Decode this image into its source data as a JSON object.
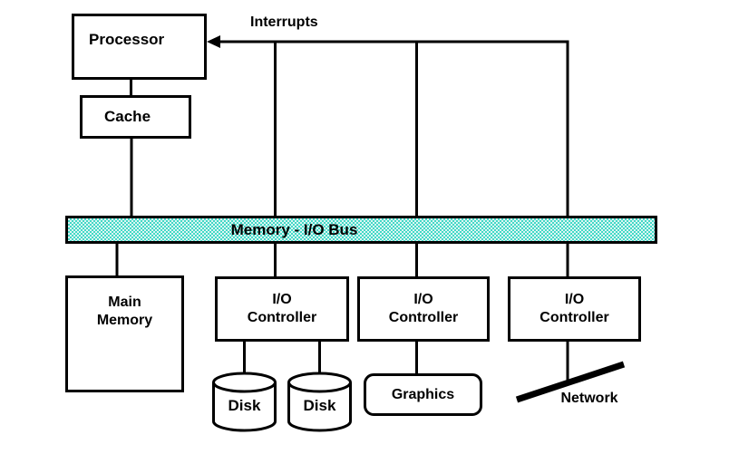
{
  "labels": {
    "processor": "Processor",
    "cache": "Cache",
    "interrupts": "Interrupts",
    "bus": "Memory - I/O Bus",
    "main_memory_line1": "Main",
    "main_memory_line2": "Memory",
    "io_controllers": [
      {
        "line1": "I/O",
        "line2": "Controller"
      },
      {
        "line1": "I/O",
        "line2": "Controller"
      },
      {
        "line1": "I/O",
        "line2": "Controller"
      }
    ],
    "disks": [
      "Disk",
      "Disk"
    ],
    "graphics": "Graphics",
    "network": "Network"
  },
  "colors": {
    "line": "#000000",
    "background": "#ffffff",
    "bus_dot": "#42d8c7",
    "bus_light": "#ddf6f2"
  }
}
